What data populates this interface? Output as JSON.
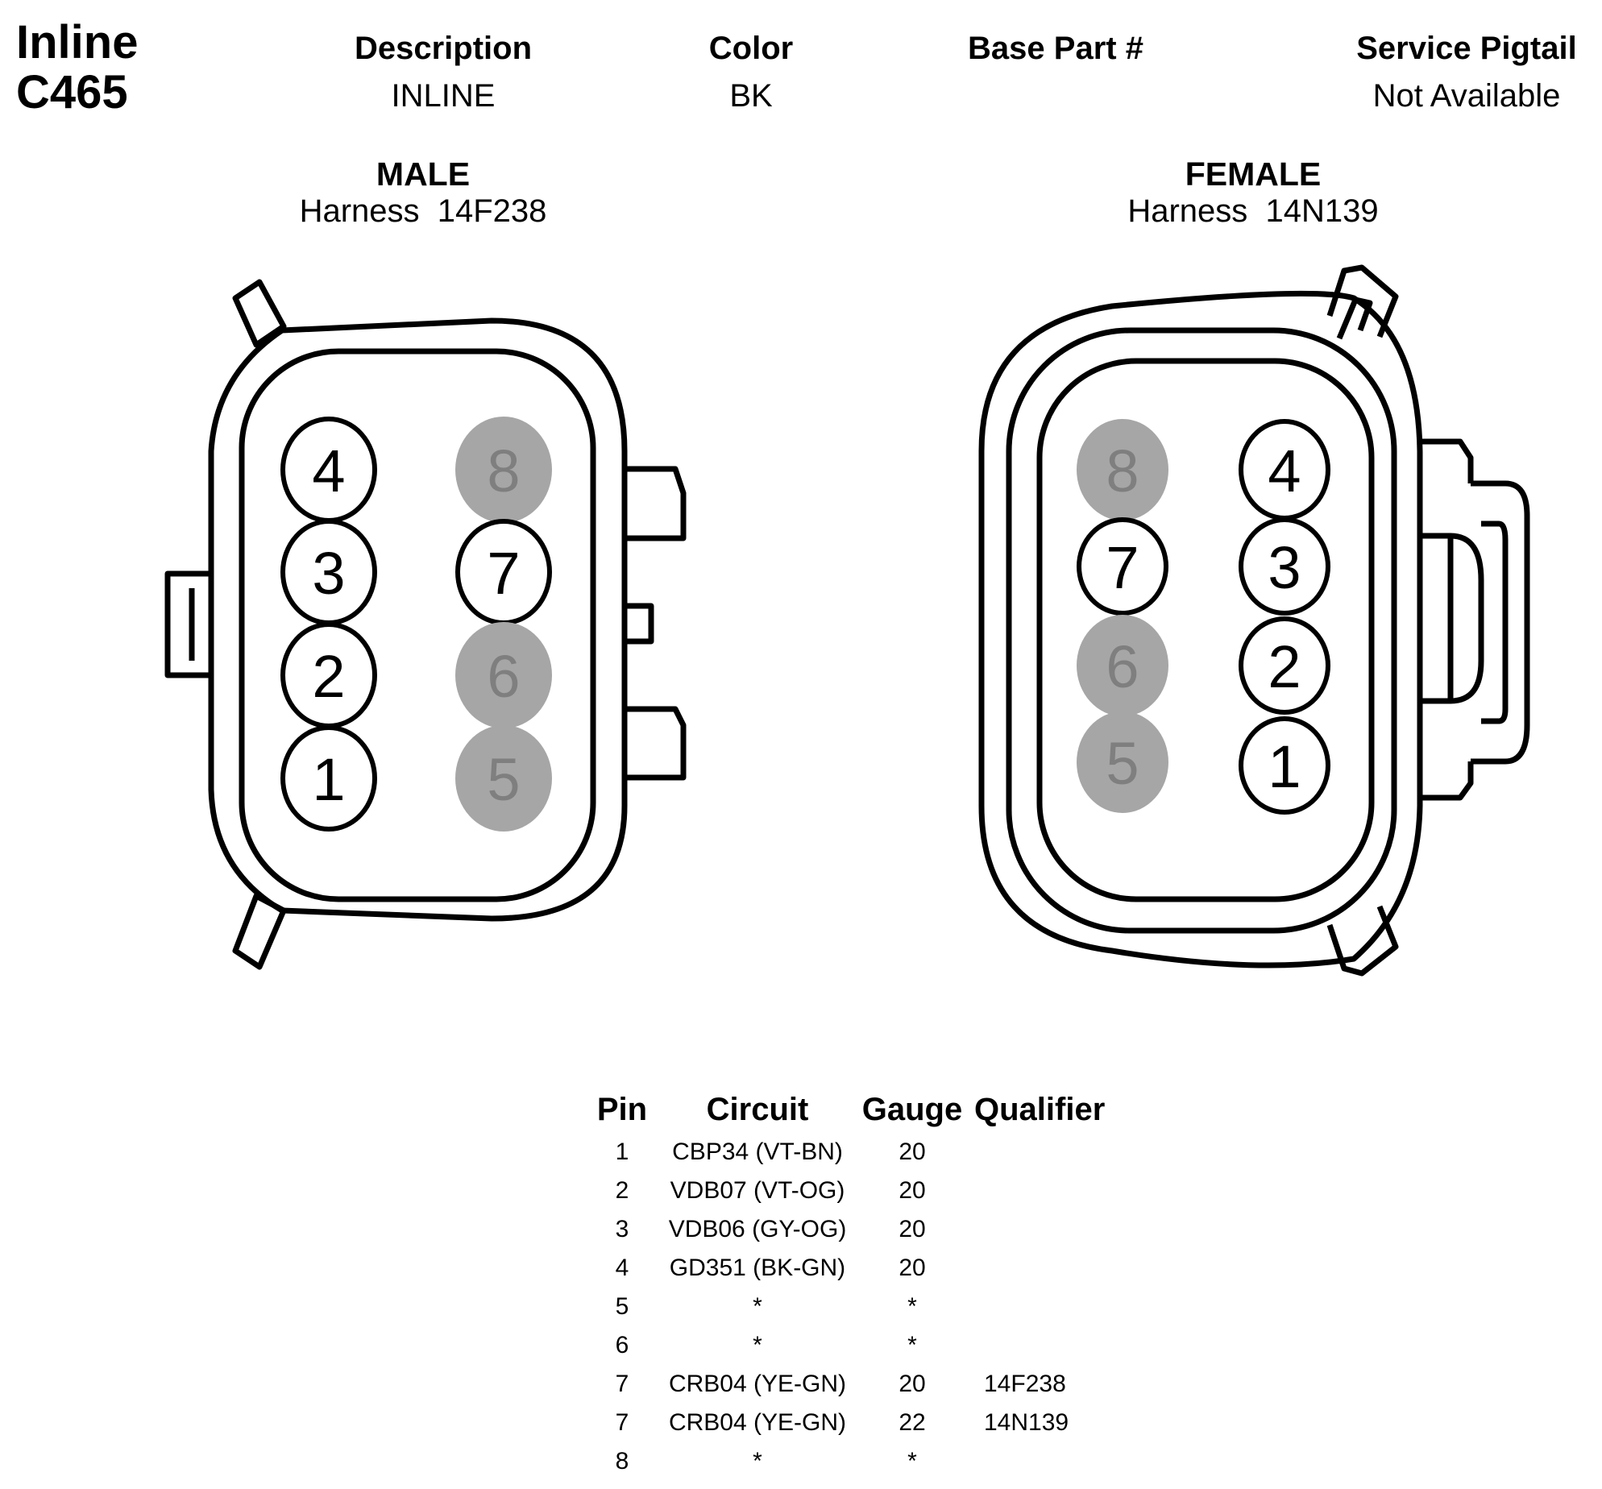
{
  "connector": {
    "line1": "Inline",
    "line2": "C465"
  },
  "header": {
    "description_label": "Description",
    "description_value": "INLINE",
    "color_label": "Color",
    "color_value": "BK",
    "base_part_label": "Base Part #",
    "base_part_value": "",
    "service_label": "Service Pigtail",
    "service_value": "Not Available"
  },
  "male": {
    "title": "MALE",
    "harness": "Harness  14F238"
  },
  "female": {
    "title": "FEMALE",
    "harness": "Harness  14N139"
  },
  "cavities": {
    "p1": "1",
    "p2": "2",
    "p3": "3",
    "p4": "4",
    "p5": "5",
    "p6": "6",
    "p7": "7",
    "p8": "8"
  },
  "colors": {
    "unused_cavity": "#a6a6a6",
    "outline": "#000000"
  },
  "table": {
    "headers": {
      "pin": "Pin",
      "circuit": "Circuit",
      "gauge": "Gauge",
      "qualifier": "Qualifier"
    },
    "rows": [
      {
        "pin": "1",
        "circuit": "CBP34 (VT-BN)",
        "gauge": "20",
        "qualifier": ""
      },
      {
        "pin": "2",
        "circuit": "VDB07 (VT-OG)",
        "gauge": "20",
        "qualifier": ""
      },
      {
        "pin": "3",
        "circuit": "VDB06 (GY-OG)",
        "gauge": "20",
        "qualifier": ""
      },
      {
        "pin": "4",
        "circuit": "GD351 (BK-GN)",
        "gauge": "20",
        "qualifier": ""
      },
      {
        "pin": "5",
        "circuit": "*",
        "gauge": "*",
        "qualifier": ""
      },
      {
        "pin": "6",
        "circuit": "*",
        "gauge": "*",
        "qualifier": ""
      },
      {
        "pin": "7",
        "circuit": "CRB04 (YE-GN)",
        "gauge": "20",
        "qualifier": "14F238"
      },
      {
        "pin": "7",
        "circuit": "CRB04 (YE-GN)",
        "gauge": "22",
        "qualifier": "14N139"
      },
      {
        "pin": "8",
        "circuit": "*",
        "gauge": "*",
        "qualifier": ""
      }
    ]
  }
}
